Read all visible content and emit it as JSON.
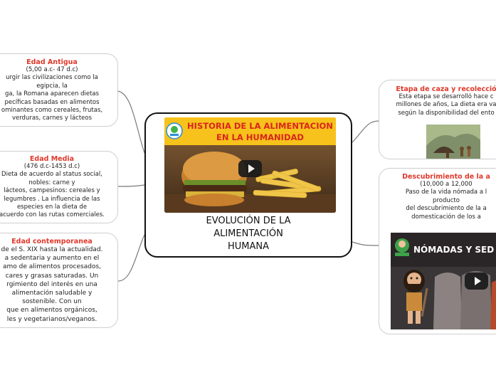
{
  "center": {
    "video_banner_line1": "HISTORIA DE LA ALIMENTACION",
    "video_banner_line2": "EN LA HUMANIDAD",
    "title": "EVOLUCIÓN DE LA\nALIMENTACIÓN\nHUMANA"
  },
  "left_nodes": [
    {
      "title": "Edad Antigua",
      "body": "(5,00 a.c- 47 d.c)\nurgir las civilizaciones como la\negipcia, la\nga, la Romana aparecen dietas\npecíficas basadas en alimentos\nominantes como cereales, frutas,\nverduras, carnes y lácteos"
    },
    {
      "title": "Edad Media",
      "body": "(476 d.c-1453 d.c)\nDieta de acuerdo al status social,\nnobles: carne y\nlácteos, campesinos: cereales y\nlegumbres . La influencia de las\nespecies en la dieta de\nacuerdo con las rutas comerciales."
    },
    {
      "title": "Edad contemporanea",
      "body": "de el S. XIX hasta la actualidad.\na sedentaria y aumento en el\namo de alimentos procesados,\ncares y grasas saturadas. Un\nrgimiento del interés en una\nalimentación saludable y\nsostenible. Con un\nque en alimentos orgánicos,\nles y vegetarianos/veganos."
    }
  ],
  "right_nodes": [
    {
      "title": "Etapa de caza y recolecció",
      "body": "Esta etapa se desarrolló hace c\nmillones de años, La dieta era va\nsegún la disponibilidad del ento"
    },
    {
      "title": "Descubrimiento de la a",
      "body": "(10,000 a 12,000\nPaso de la vida nómada a l\nproducto\ndel descubrimiento de la a\ndomesticación de los a",
      "video_banner": "NÓMADAS Y SED"
    }
  ],
  "colors": {
    "node_title": "#e0382b",
    "banner_yellow": "#f7c21b",
    "banner_text_red": "#d9261c"
  }
}
